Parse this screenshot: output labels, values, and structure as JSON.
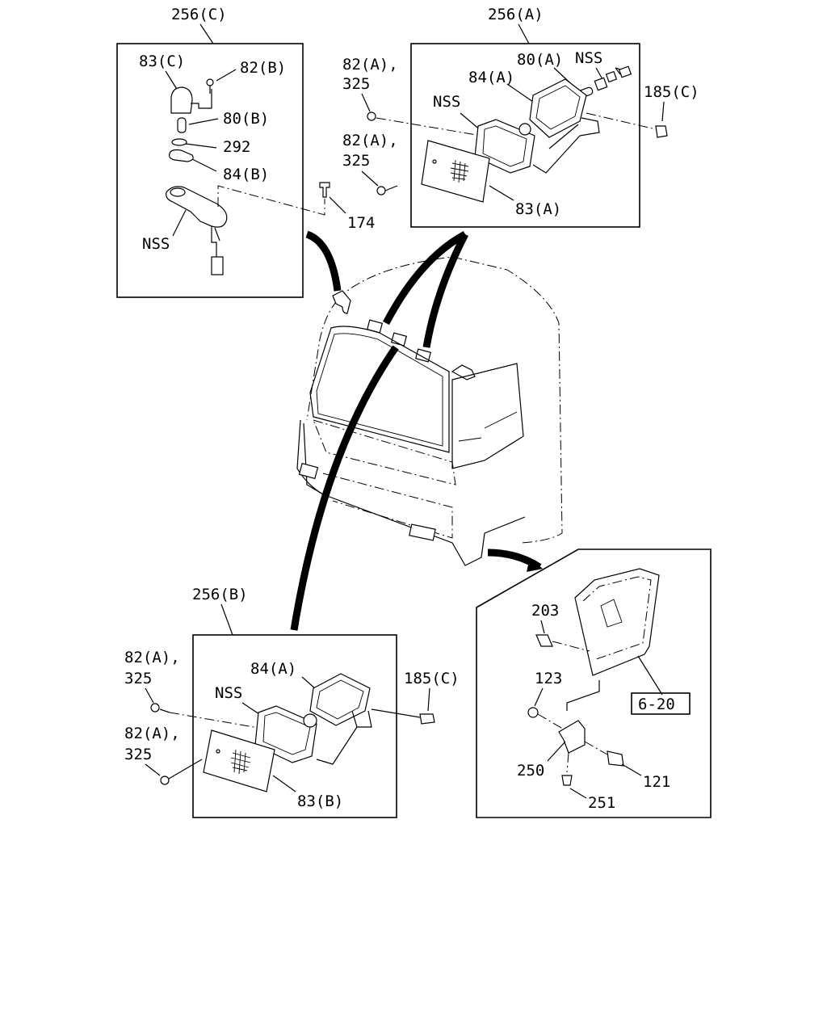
{
  "groups": {
    "c": {
      "title": "256(C)",
      "labels": {
        "p83c": "83(C)",
        "p82b": "82(B)",
        "p80b": "80(B)",
        "p292": "292",
        "p84b": "84(B)",
        "p174": "174",
        "nss": "NSS"
      }
    },
    "a": {
      "title": "256(A)",
      "labels": {
        "p82a_top": "82(A),",
        "p325_top": "325",
        "p82a_bot": "82(A),",
        "p325_bot": "325",
        "p80a": "80(A)",
        "nss_top": "NSS",
        "p84a": "84(A)",
        "nss_mid": "NSS",
        "p185c": "185(C)",
        "p83a": "83(A)"
      }
    },
    "b": {
      "title": "256(B)",
      "labels": {
        "p82a_top": "82(A),",
        "p325_top": "325",
        "p84a": "84(A)",
        "nss": "NSS",
        "p185c": "185(C)",
        "p82a_bot": "82(A),",
        "p325_bot": "325",
        "p83b": "83(B)"
      }
    },
    "d": {
      "labels": {
        "p203": "203",
        "p123": "123",
        "ref": "6-20",
        "p250": "250",
        "p121": "121",
        "p251": "251"
      }
    }
  }
}
